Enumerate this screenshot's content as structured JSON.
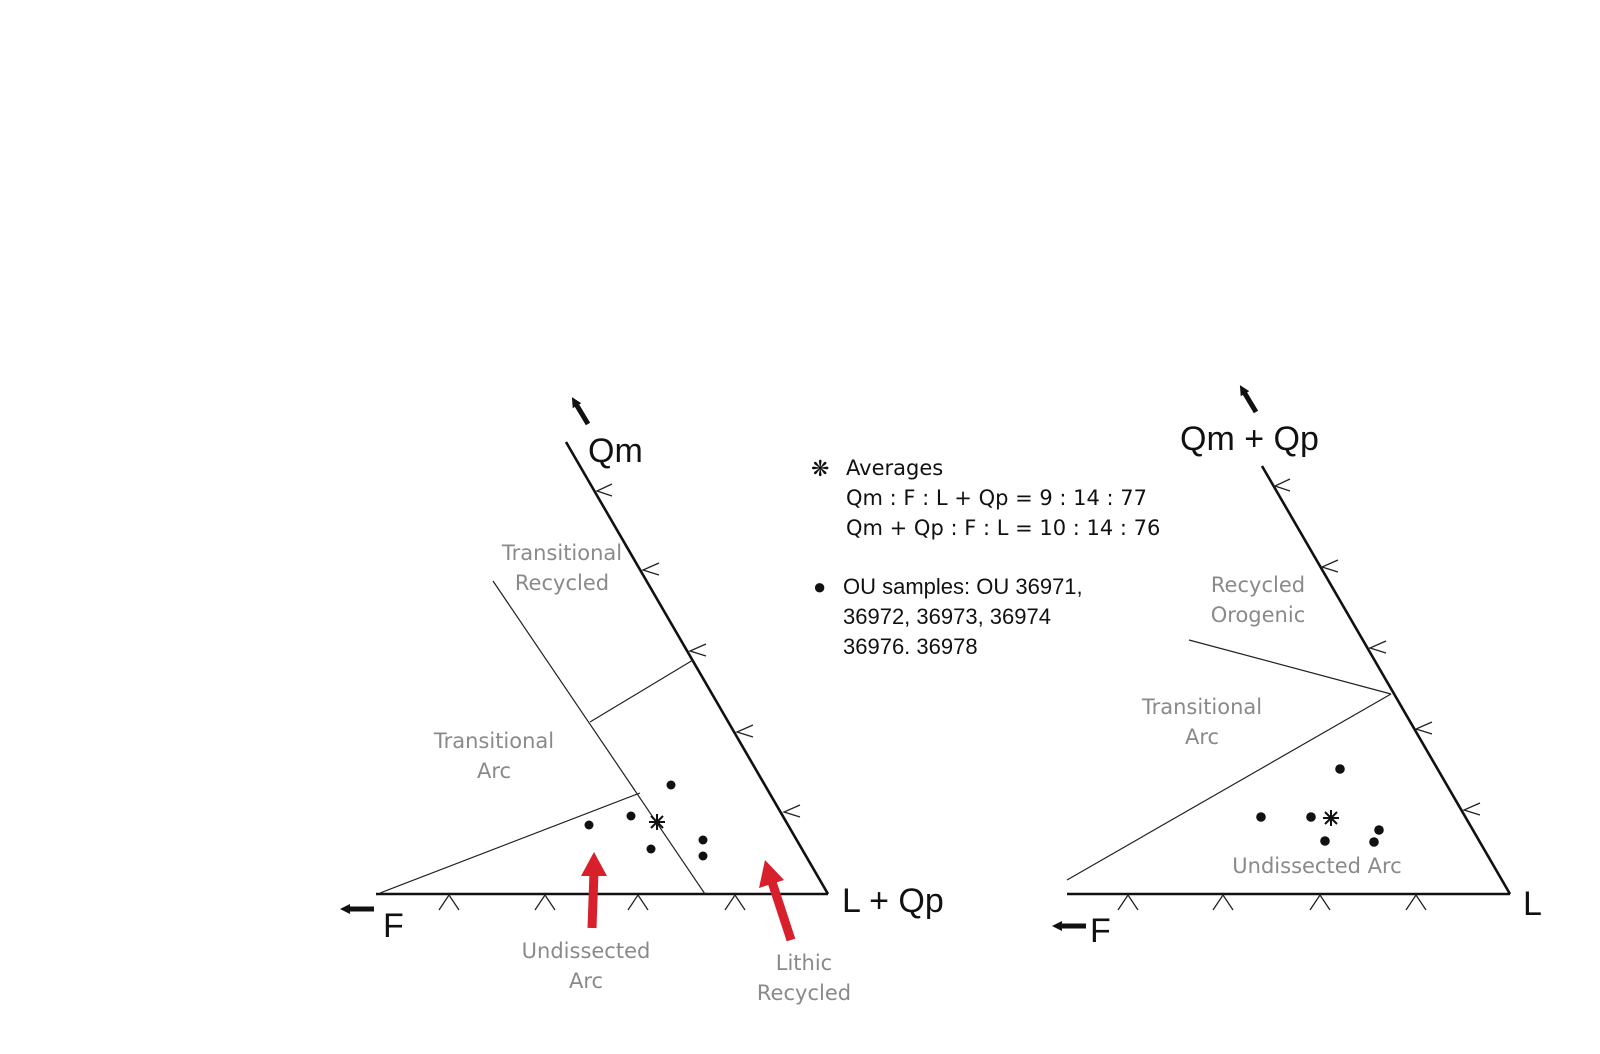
{
  "diagram_left": {
    "apex_label": "Qm",
    "left_label": "F",
    "right_label": "L + Qp",
    "fields": {
      "transitional_recycled": [
        "Transitional",
        "Recycled"
      ],
      "transitional_arc": [
        "Transitional",
        "Arc"
      ],
      "undissected_arc": [
        "Undissected",
        "Arc"
      ],
      "lithic_recycled": [
        "Lithic",
        "Recycled"
      ]
    },
    "arrow_color": "#d7202c"
  },
  "diagram_right": {
    "apex_label": "Qm + Qp",
    "left_label": "F",
    "right_label": "L",
    "fields": {
      "recycled_orogenic": [
        "Recycled",
        "Orogenic"
      ],
      "transitional_arc": [
        "Transitional",
        "Arc"
      ],
      "undissected_arc": "Undissected Arc"
    }
  },
  "legend": {
    "averages_symbol": "❋",
    "averages_title": "Averages",
    "averages_line1": "Qm : F : L + Qp  = 9 : 14 : 77",
    "averages_line2": "Qm + Qp : F : L = 10 : 14 : 76",
    "samples_symbol": "●",
    "samples_lines": [
      "OU samples: OU 36971,",
      "36972, 36973, 36974",
      "36976. 36978"
    ]
  }
}
